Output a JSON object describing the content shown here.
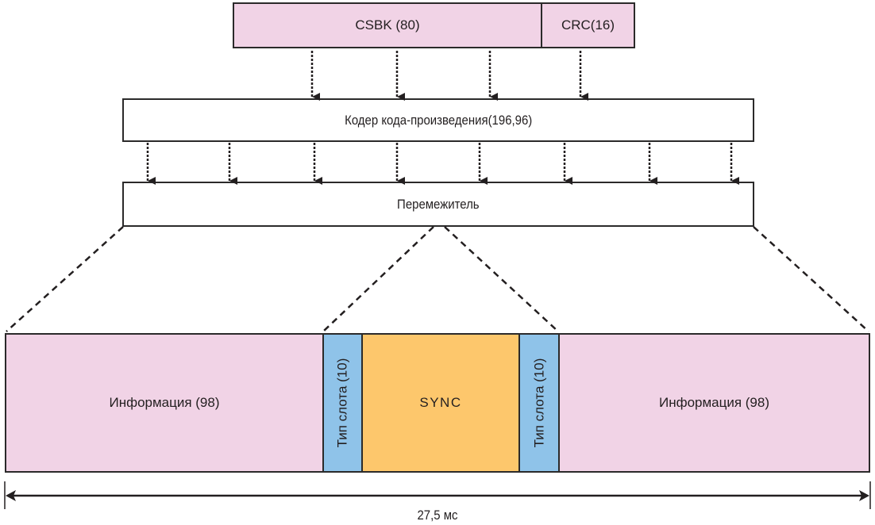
{
  "colors": {
    "pink": "#f1d3e6",
    "blue": "#8fc3e9",
    "orange": "#fdc76c",
    "stroke": "#2b2a2a",
    "white": "#ffffff"
  },
  "top_frame": {
    "csbk": "CSBK (80)",
    "crc": "CRC(16)"
  },
  "encoder": {
    "label": "Кодер кода-произведения(196,96)"
  },
  "interleaver": {
    "label": "Перемежитель"
  },
  "burst": {
    "info_left": "Информация (98)",
    "slot_type_left": "Тип слота (10)",
    "sync": "SYNC",
    "slot_type_right": "Тип слота (10)",
    "info_right": "Информация (98)"
  },
  "duration": {
    "label": "27,5 мс"
  }
}
